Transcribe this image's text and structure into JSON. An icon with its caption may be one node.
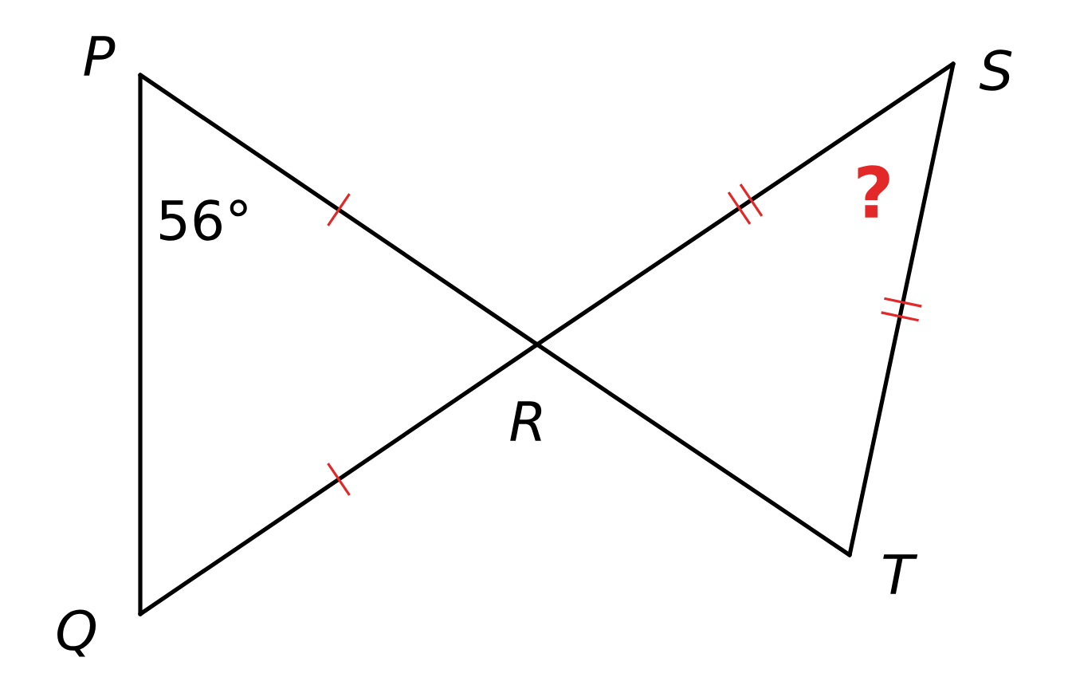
{
  "diagram": {
    "nodes": [
      {
        "text": [
          "P"
        ]
      },
      {
        "text": [
          "Q"
        ]
      },
      {
        "text": [
          "R"
        ]
      },
      {
        "text": [
          "S"
        ]
      },
      {
        "text": [
          "T"
        ]
      }
    ],
    "edges": [
      {
        "from": 0,
        "to": 1,
        "arrow": "none"
      },
      {
        "from": 0,
        "to": 2,
        "arrow": "none"
      },
      {
        "from": 2,
        "to": 4,
        "arrow": "none"
      },
      {
        "from": 1,
        "to": 2,
        "arrow": "none"
      },
      {
        "from": 2,
        "to": 3,
        "arrow": "none"
      },
      {
        "from": 3,
        "to": 4,
        "arrow": "none"
      }
    ],
    "labels": [
      "56°",
      "?"
    ]
  }
}
